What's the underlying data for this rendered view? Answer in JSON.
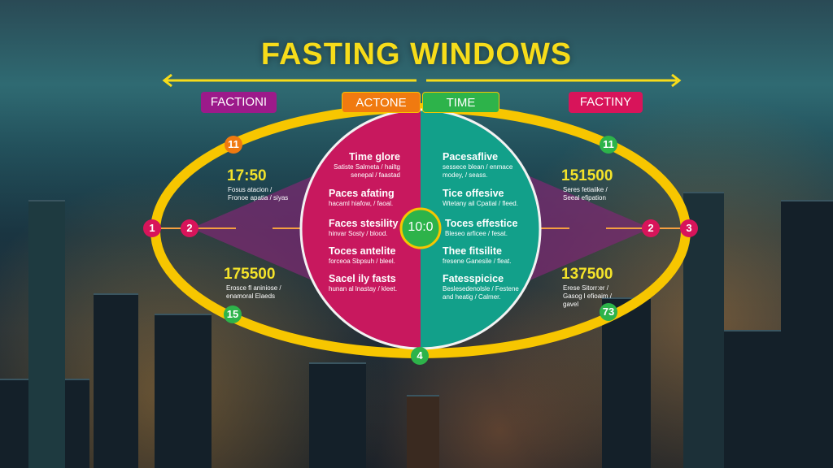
{
  "title": "FASTING WINDOWS",
  "tags": {
    "left": "FACTIONI",
    "center_left": "ACTONE",
    "center_right": "TIME",
    "right": "FACTINY"
  },
  "colors": {
    "yellow": "#f7c600",
    "magenta": "#c8185e",
    "teal": "#12a08a",
    "purple": "#7a2a70",
    "orange": "#f07a10",
    "green": "#2db34a"
  },
  "center_value": "10:0",
  "badges": {
    "top_left": "11",
    "top_right": "11",
    "left_outer": "1",
    "left_inner": "2",
    "right_inner": "2",
    "right_outer": "3",
    "bottom_left": "15",
    "bottom_right": "73",
    "bottom": "4"
  },
  "left_values": [
    {
      "value": "17:50",
      "note": "Fosus atacion / Fronoe apatia / siyas"
    },
    {
      "value": "175500",
      "note": "Erosce fl aniniose / enamoral Elaeds"
    }
  ],
  "right_values": [
    {
      "value": "151500",
      "note": "Seres fetiaiike / Seeal efipation"
    },
    {
      "value": "137500",
      "note": "Erese Sitorr:er / Gasog l efioaim / gavel"
    }
  ],
  "left_items": [
    {
      "title": "Time glore",
      "text": "Satiste Salmeta / hailtg senepal / faastad"
    },
    {
      "title": "Paces afating",
      "text": "hacaml hiafow, / faoal."
    },
    {
      "title": "Faces stesility",
      "text": "hinvar Sosty / blood."
    },
    {
      "title": "Toces antelite",
      "text": "forceoa Sbpsuh / bleel."
    },
    {
      "title": "Sacel ily fasts",
      "text": "hunan al lnastay / kleet."
    }
  ],
  "right_items": [
    {
      "title": "Pacesaflive",
      "text": "sessece blean / enmace modey, / seass."
    },
    {
      "title": "Tice offesive",
      "text": "Wtetany ail Cpatial / fleed."
    },
    {
      "title": "Toces effestice",
      "text": "Bleseo arficee / fesat."
    },
    {
      "title": "Thee fitsilite",
      "text": "fresene Ganesile / fleat."
    },
    {
      "title": "Fatesspicice",
      "text": "Beslesedenolsle / Festene and heatig / Calmer."
    }
  ]
}
